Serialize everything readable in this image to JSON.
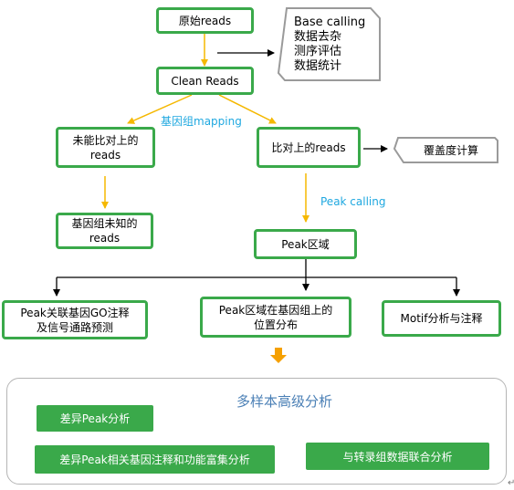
{
  "nodes": {
    "raw_reads": "原始reads",
    "clean_reads": "Clean Reads",
    "unmapped_line1": "未能比对上的",
    "unmapped_line2": "reads",
    "mapped": "比对上的reads",
    "unknown_line1": "基因组未知的",
    "unknown_line2": "reads",
    "peak_region": "Peak区域",
    "go_line1": "Peak关联基因GO注释",
    "go_line2": "及信号通路预测",
    "location_line1": "Peak区域在基因组上的",
    "location_line2": "位置分布",
    "motif": "Motif分析与注释"
  },
  "qc": {
    "lines": [
      "Base calling",
      "数据去杂",
      "测序评估",
      "数据统计"
    ]
  },
  "coverage": "覆盖度计算",
  "edge_labels": {
    "mapping": "基因组mapping",
    "peak_calling": "Peak calling"
  },
  "multi": {
    "title": "多样本高级分析",
    "diff_peak": "差异Peak分析",
    "diff_gene": "差异Peak相关基因注释和功能富集分析",
    "transcriptome": "与转录组数据联合分析"
  },
  "colors": {
    "node_border": "#3aa94a",
    "button_fill": "#3aa94a",
    "arrow_yellow": "#f5b800",
    "label_blue": "#1fa8e0",
    "grey_border": "#9a9a9a"
  }
}
